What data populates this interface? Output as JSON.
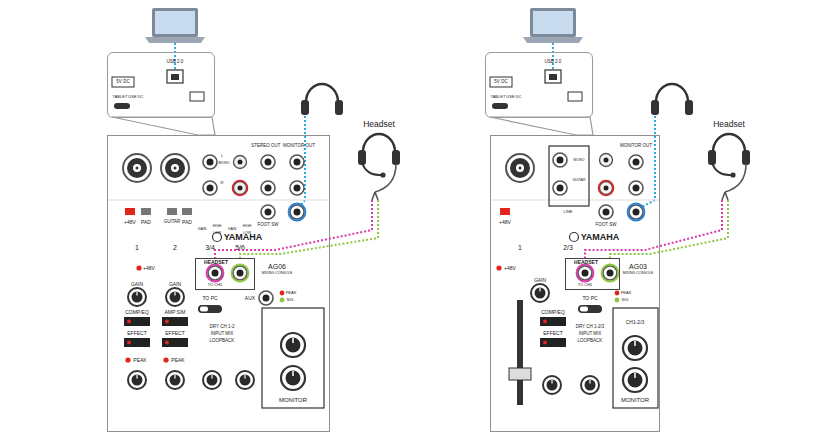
{
  "diagram": {
    "nodes": [
      {
        "text": [
          "5V DC",
          "TABLET USE DC",
          "USB 2.0"
        ]
      },
      {
        "text": [
          "YAMAHA"
        ]
      },
      {
        "text": [
          "HEADSET",
          "TO CH1"
        ],
        "in": 1
      },
      {
        "text": [
          "Headset"
        ]
      },
      {
        "text": [
          "5V DC",
          "TABLET USE DC",
          "USB 2.0"
        ]
      },
      {
        "text": [
          "YAMAHA"
        ]
      },
      {
        "text": [
          "HEADSET",
          "TO CH1"
        ],
        "in": 5
      },
      {
        "text": [
          "Headset"
        ]
      }
    ],
    "edges": [
      {
        "from": 3,
        "to": 2,
        "arrow": "none"
      },
      {
        "from": 3,
        "to": 2,
        "arrow": "none"
      },
      {
        "from": 7,
        "to": 6,
        "arrow": "none"
      },
      {
        "from": 7,
        "to": 6,
        "arrow": "none"
      }
    ],
    "labels": [
      "+48V",
      "PAD",
      "GUITAR",
      "PAD",
      "1",
      "2",
      "3/4",
      "5/6",
      "L",
      "MONO",
      "R",
      "GAIN",
      "HIGH",
      "LOW",
      "GAIN",
      "HIGH",
      "LOW",
      "STEREO OUT",
      "MONITOR OUT",
      "FOOT SW",
      "AG06",
      "MIXING CONSOLE",
      "+48V",
      "GAIN",
      "GAIN",
      "TO PC",
      "AUX",
      "PEAK",
      "SIG",
      "DRY CH 1-2",
      "INPUT MIX",
      "LOOPBACK",
      "COMP/EQ",
      "AMP SIM",
      "EFFECT",
      "EFFECT",
      "PEAK",
      "PEAK",
      "MONITOR",
      "+48V",
      "1",
      "2/3",
      "MONO",
      "GUITAR",
      "LINE",
      "MONITOR OUT",
      "FOOT SW",
      "AG03",
      "MIXING CONSOLE",
      "+48V",
      "GAIN",
      "COMP/EQ",
      "EFFECT",
      "TO PC",
      "PEAK",
      "SIG",
      "DRY CH 1-2/3",
      "INPUT MIX",
      "LOOPBACK",
      "CH1-2/3",
      "MONITOR"
    ]
  }
}
